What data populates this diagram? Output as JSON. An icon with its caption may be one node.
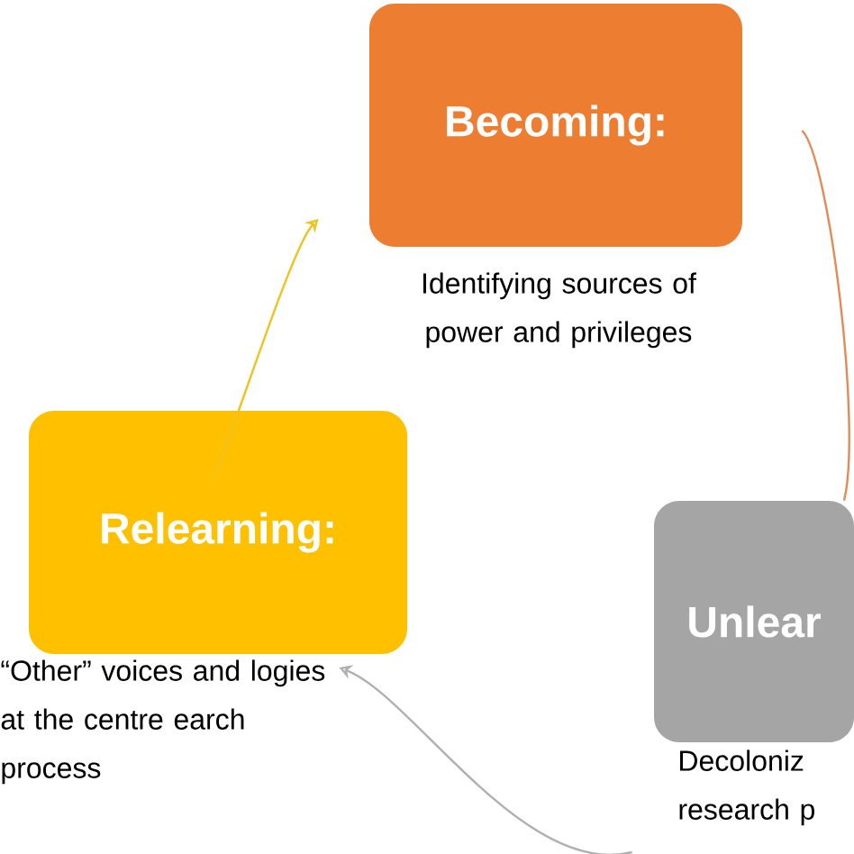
{
  "diagram": {
    "nodes": [
      {
        "text": [
          "Becoming:"
        ],
        "beside": [
          "Identifying sources of power and privileges"
        ]
      },
      {
        "text": [
          "Unlear"
        ],
        "beside": [
          "Decoloniz research p"
        ]
      },
      {
        "text": [
          "Relearning:"
        ],
        "beside": [
          "“Other” voices and logies at the centre earch process"
        ]
      }
    ],
    "edges": [
      {
        "from": 0,
        "to": 1,
        "arrow": "none",
        "color": "#e38a55"
      },
      {
        "from": 1,
        "to": 2,
        "arrow": "to",
        "color": "#b0b0b0"
      },
      {
        "from": 2,
        "to": 0,
        "arrow": "to",
        "color": "#eec31e"
      }
    ]
  }
}
